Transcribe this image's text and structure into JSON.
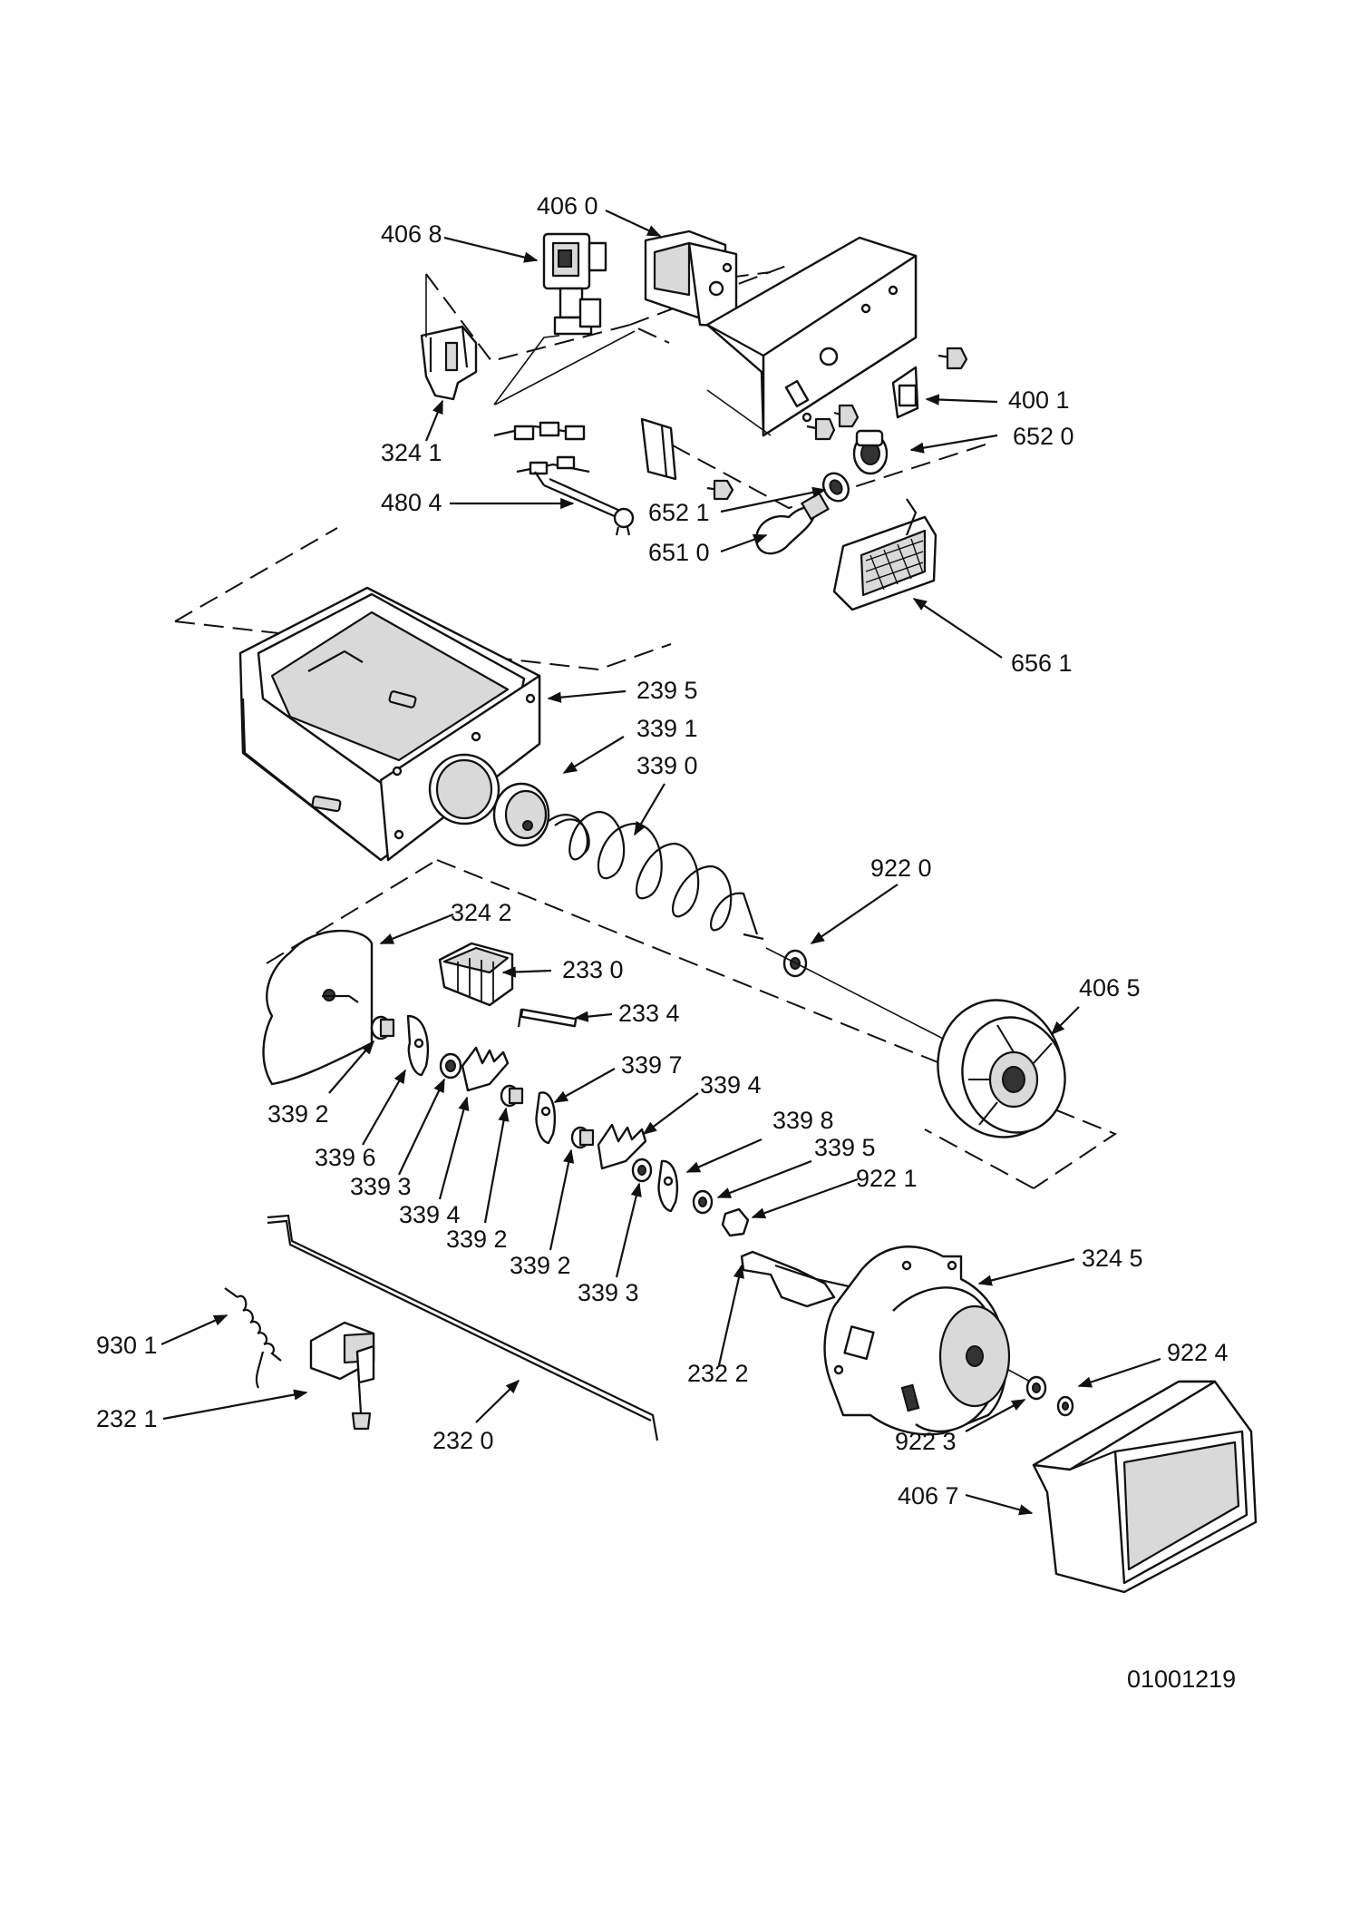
{
  "diagram": {
    "drawing_number": "01001219",
    "parts": [
      {
        "id": "406-0",
        "label": "406 0"
      },
      {
        "id": "406-8",
        "label": "406 8"
      },
      {
        "id": "400-1",
        "label": "400 1"
      },
      {
        "id": "652-0",
        "label": "652 0"
      },
      {
        "id": "324-1",
        "label": "324 1"
      },
      {
        "id": "480-4",
        "label": "480 4"
      },
      {
        "id": "652-1",
        "label": "652 1"
      },
      {
        "id": "651-0",
        "label": "651 0"
      },
      {
        "id": "656-1",
        "label": "656 1"
      },
      {
        "id": "239-5",
        "label": "239 5"
      },
      {
        "id": "339-1",
        "label": "339 1"
      },
      {
        "id": "339-0",
        "label": "339 0"
      },
      {
        "id": "922-0",
        "label": "922 0"
      },
      {
        "id": "324-2",
        "label": "324 2"
      },
      {
        "id": "233-0",
        "label": "233 0"
      },
      {
        "id": "233-4",
        "label": "233 4"
      },
      {
        "id": "406-5",
        "label": "406 5"
      },
      {
        "id": "339-7",
        "label": "339 7"
      },
      {
        "id": "339-4a",
        "label": "339 4"
      },
      {
        "id": "339-8",
        "label": "339 8"
      },
      {
        "id": "339-5",
        "label": "339 5"
      },
      {
        "id": "922-1",
        "label": "922 1"
      },
      {
        "id": "339-2a",
        "label": "339 2"
      },
      {
        "id": "339-6",
        "label": "339 6"
      },
      {
        "id": "339-3a",
        "label": "339 3"
      },
      {
        "id": "339-4b",
        "label": "339 4"
      },
      {
        "id": "339-2b",
        "label": "339 2"
      },
      {
        "id": "339-2c",
        "label": "339 2"
      },
      {
        "id": "339-3b",
        "label": "339 3"
      },
      {
        "id": "324-5",
        "label": "324 5"
      },
      {
        "id": "930-1",
        "label": "930 1"
      },
      {
        "id": "922-4",
        "label": "922 4"
      },
      {
        "id": "232-2",
        "label": "232 2"
      },
      {
        "id": "232-1",
        "label": "232 1"
      },
      {
        "id": "232-0",
        "label": "232 0"
      },
      {
        "id": "922-3",
        "label": "922 3"
      },
      {
        "id": "406-7",
        "label": "406 7"
      }
    ]
  }
}
